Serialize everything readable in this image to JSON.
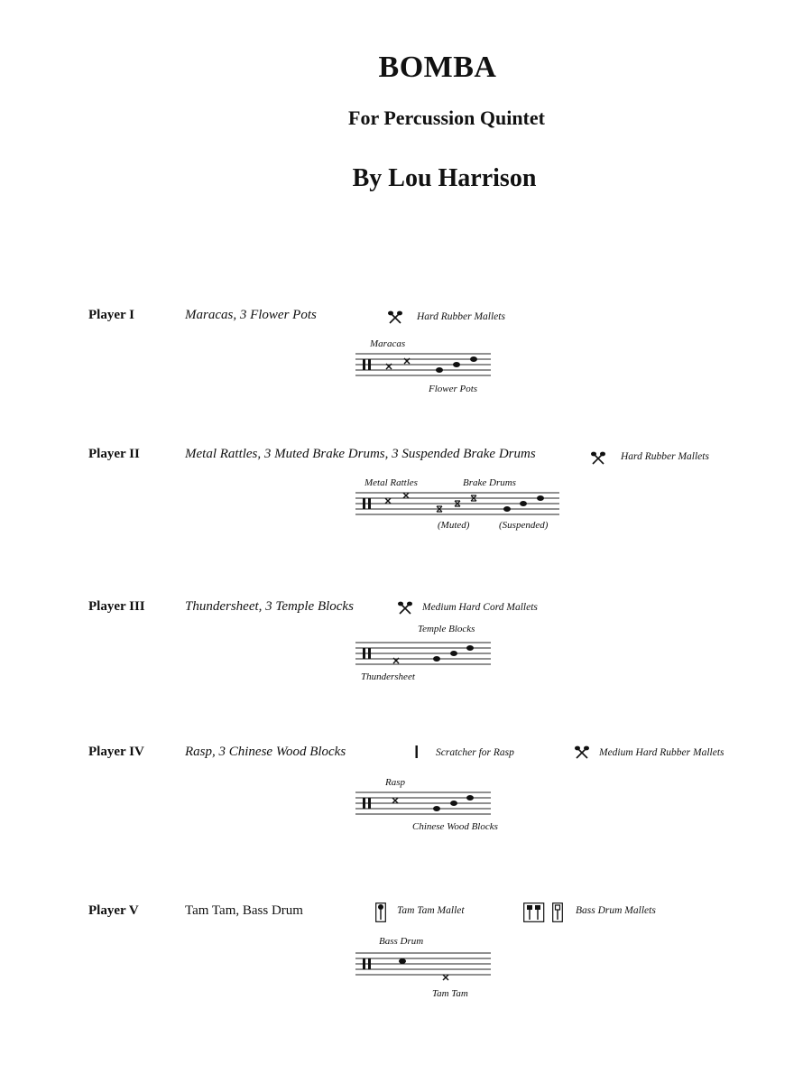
{
  "header": {
    "title": "BOMBA",
    "subtitle": "For Percussion Quintet",
    "composer": "By Lou Harrison"
  },
  "players": [
    {
      "label": "Player I",
      "instruments": "Maracas, 3 Flower Pots",
      "mallets": [
        {
          "icon": "crossed-mallets-icon",
          "text": "Hard Rubber Mallets"
        }
      ],
      "staff_labels": {
        "top": [
          "Maracas"
        ],
        "bottom": [
          "Flower Pots"
        ]
      }
    },
    {
      "label": "Player II",
      "instruments": "Metal Rattles, 3 Muted Brake Drums, 3 Suspended Brake Drums",
      "mallets": [
        {
          "icon": "crossed-mallets-icon",
          "text": "Hard Rubber Mallets"
        }
      ],
      "staff_labels": {
        "top": [
          "Metal Rattles",
          "Brake Drums"
        ],
        "bottom": [
          "(Muted)",
          "(Suspended)"
        ]
      }
    },
    {
      "label": "Player III",
      "instruments": "Thundersheet, 3 Temple Blocks",
      "mallets": [
        {
          "icon": "crossed-mallets-icon",
          "text": "Medium Hard Cord Mallets"
        }
      ],
      "staff_labels": {
        "top": [
          "Temple Blocks"
        ],
        "bottom": [
          "Thundersheet"
        ]
      }
    },
    {
      "label": "Player IV",
      "instruments": "Rasp, 3 Chinese Wood Blocks",
      "mallets": [
        {
          "icon": "scratcher-icon",
          "text": "Scratcher for Rasp"
        },
        {
          "icon": "crossed-mallets-icon",
          "text": "Medium Hard Rubber Mallets"
        }
      ],
      "staff_labels": {
        "top": [
          "Rasp"
        ],
        "bottom": [
          "Chinese Wood Blocks"
        ]
      }
    },
    {
      "label": "Player V",
      "instruments": "Tam Tam, Bass Drum",
      "mallets": [
        {
          "icon": "tam-tam-mallet-icon",
          "text": "Tam Tam Mallet"
        },
        {
          "icon": "bass-drum-mallets-icon",
          "text": "Bass Drum Mallets"
        }
      ],
      "staff_labels": {
        "top": [
          "Bass Drum"
        ],
        "bottom": [
          "Tam Tam"
        ]
      }
    }
  ]
}
